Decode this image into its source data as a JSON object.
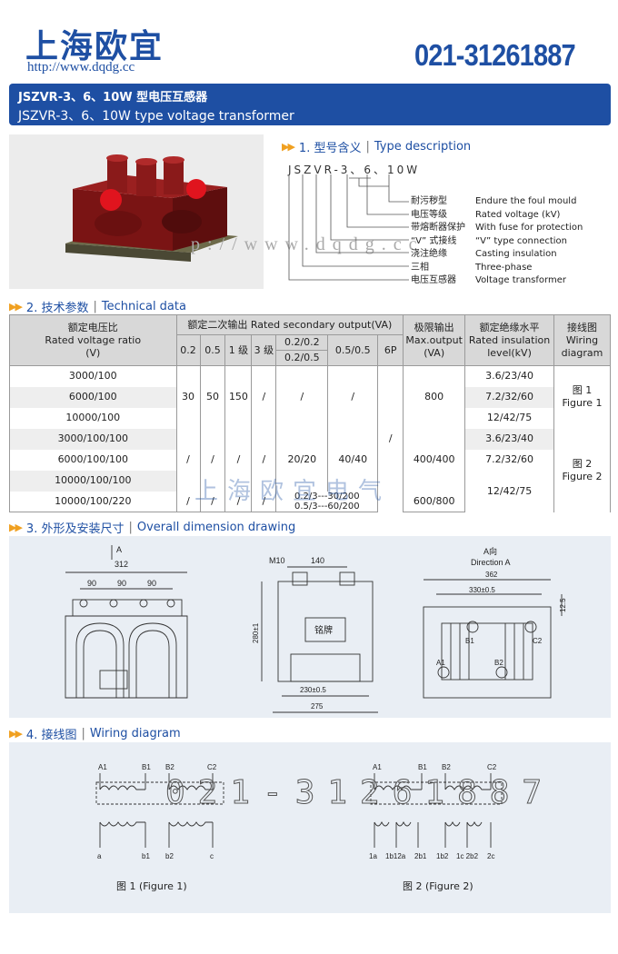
{
  "header": {
    "brand": "上海欧宜",
    "url": "http://www.dqdg.cc",
    "phone": "021-31261887"
  },
  "title": {
    "zh": "JSZVR-3、6、10W 型电压互感器",
    "en": "JSZVR-3、6、10W type voltage transformer"
  },
  "watermark_url": "p://www.dqdg.cc",
  "sections": {
    "s1": {
      "label": "1. 型号含义",
      "en": "Type description"
    },
    "s2": {
      "label": "2. 技术参数",
      "en": "Technical data"
    },
    "s3": {
      "label": "3. 外形及安装尺寸",
      "en": "Overall dimension drawing"
    },
    "s4": {
      "label": "4. 接线图",
      "en": "Wiring diagram"
    }
  },
  "type_description": {
    "code": "JSZVR-3、6、10W",
    "items": [
      {
        "zh": "耐污秽型",
        "en": "Endure the foul mould"
      },
      {
        "zh": "电压等级",
        "en": "Rated voltage (kV)"
      },
      {
        "zh": "带熔断器保护",
        "en": "With fuse for protection"
      },
      {
        "zh": "“V” 式接线",
        "en": "“V” type connection"
      },
      {
        "zh": "浇注绝缘",
        "en": "Casting insulation"
      },
      {
        "zh": "三相",
        "en": "Three-phase"
      },
      {
        "zh": "电压互感器",
        "en": "Voltage transformer"
      }
    ]
  },
  "tech_table": {
    "headers": {
      "ratio": [
        "额定电压比",
        "Rated voltage ratio",
        "(V)"
      ],
      "secondary": "额定二次输出  Rated secondary output(VA)",
      "maxout": [
        "极限输出",
        "Max.output",
        "(VA)"
      ],
      "insul": [
        "额定绝缘水平",
        "Rated insulation",
        "level(kV)"
      ],
      "wiring": [
        "接线图",
        "Wiring",
        "diagram"
      ],
      "sub": [
        "0.2",
        "0.5",
        "1 级",
        "3 级",
        "0.2/0.2",
        "0.2/0.5",
        "0.5/0.5",
        "6P"
      ]
    },
    "ratios": [
      "3000/100",
      "6000/100",
      "10000/100",
      "3000/100/100",
      "6000/100/100",
      "10000/100/100",
      "10000/100/220"
    ],
    "group1": {
      "c02": "30",
      "c05": "50",
      "c1": "150",
      "c3": "/",
      "c0202": "/",
      "c0505": "/",
      "maxout": "800",
      "fig": [
        "图 1",
        "Figure 1"
      ]
    },
    "six_p": "/",
    "group2": {
      "c02": "/",
      "c05": "/",
      "c1": "/",
      "c3": "/",
      "c0202": "20/20",
      "c0505": "40/40",
      "maxout": "400/400",
      "fig": [
        "图 2",
        "Figure 2"
      ]
    },
    "last": {
      "c02": "/",
      "c05": "/",
      "c1": "/",
      "c3": "/",
      "c0202": "0.2/3---30/200",
      "c0202b": "0.5/3---60/200",
      "maxout": "600/800"
    },
    "insul": [
      "3.6/23/40",
      "7.2/32/60",
      "12/42/75",
      "3.6/23/40",
      "7.2/32/60",
      "12/42/75"
    ],
    "watermark": "上海欧宜电气"
  },
  "dimensions": {
    "front": {
      "arrow": "A",
      "width": "312",
      "spacing": [
        "90",
        "90",
        "90"
      ]
    },
    "side": {
      "bolt": "M10",
      "top": "140",
      "height": "280±1",
      "plate": "铭牌",
      "base": "230±0.5",
      "total": "275"
    },
    "direction": {
      "title_zh": "A向",
      "title_en": "Direction A",
      "width": "362",
      "inner": "330±0.5",
      "side": "12.5",
      "terminals": [
        "B1",
        "C2",
        "A1",
        "B2"
      ]
    }
  },
  "wiring": {
    "watermark": "021-31261887",
    "fig1": {
      "top": [
        "A1",
        "B1",
        "B2",
        "C2"
      ],
      "bottom": [
        "a",
        "b1",
        "b2",
        "c"
      ],
      "caption": "图 1 (Figure 1)"
    },
    "fig2": {
      "top": [
        "A1",
        "B1",
        "B2",
        "C2"
      ],
      "bottom": [
        "1a",
        "1b12a",
        "2b1",
        "1b2",
        "1c 2b2",
        "2c"
      ],
      "caption": "图 2 (Figure 2)"
    }
  }
}
